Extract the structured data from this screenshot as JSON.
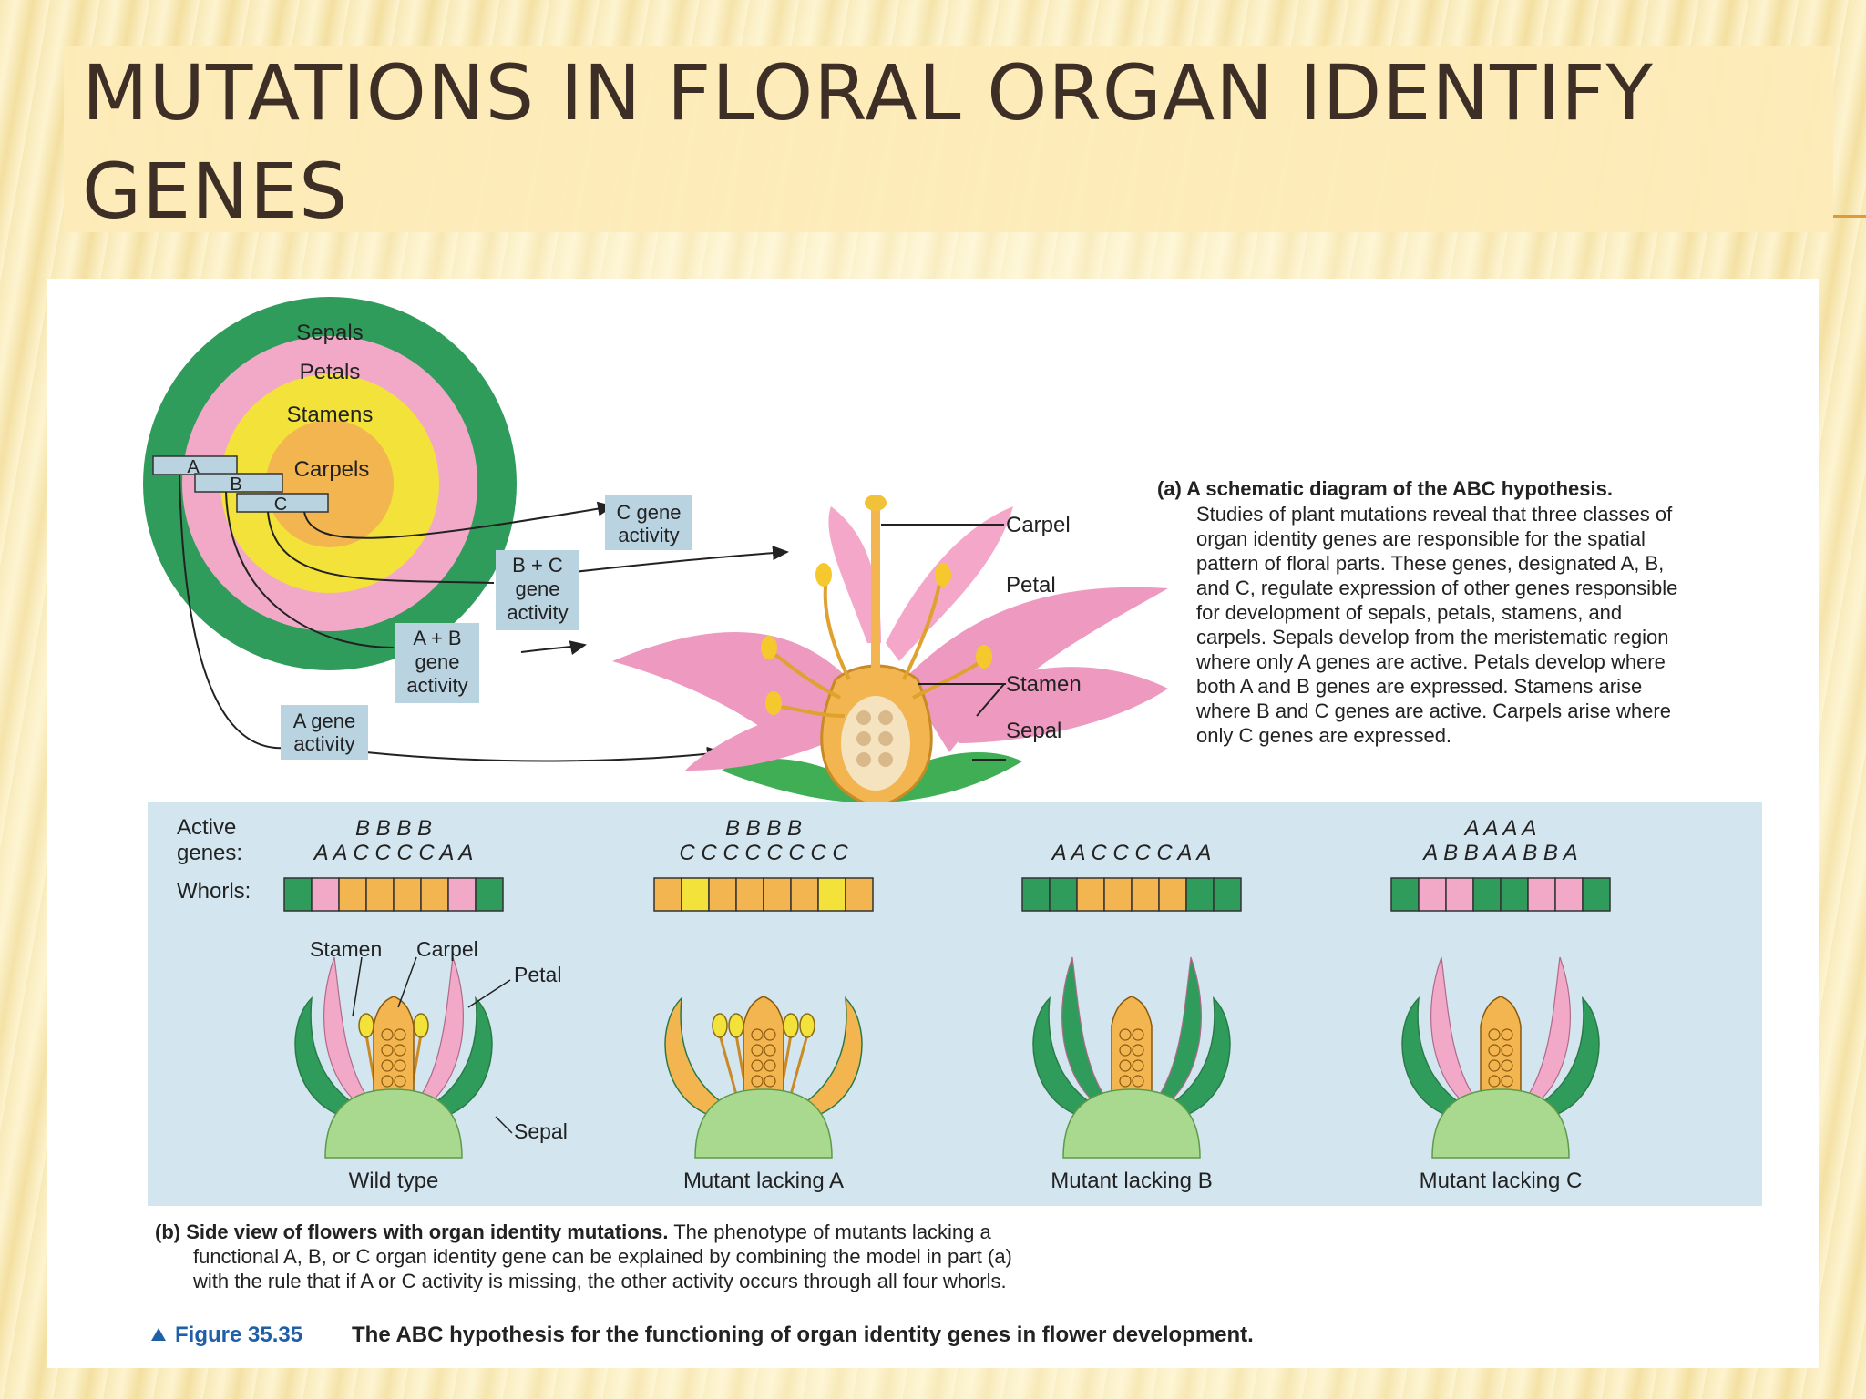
{
  "slide": {
    "title": "MUTATIONS IN FLORAL ORGAN IDENTIFY GENES"
  },
  "colors": {
    "sepal": "#2f9c5c",
    "petal": "#f2a9c8",
    "stamen": "#f3e23a",
    "carpel": "#f2b54f",
    "box": "#b9d3e1",
    "panel_bg": "#d3e6f0",
    "title": "#3e2f26",
    "figure_label": "#1f5fa8"
  },
  "diagram_a": {
    "rings": {
      "sepals": "Sepals",
      "petals": "Petals",
      "stamens": "Stamens",
      "carpels": "Carpels"
    },
    "boxes": {
      "a": "A",
      "b": "B",
      "c": "C"
    },
    "activity": {
      "c_1": "C gene",
      "c_2": "activity",
      "bc_1": "B + C",
      "bc_2": "gene",
      "bc_3": "activity",
      "ab_1": "A + B",
      "ab_2": "gene",
      "ab_3": "activity",
      "a_1": "A gene",
      "a_2": "activity"
    },
    "flower_labels": {
      "carpel": "Carpel",
      "petal": "Petal",
      "stamen": "Stamen",
      "sepal": "Sepal"
    },
    "caption_head": "(a) A schematic diagram of the ABC hypothesis.",
    "caption_lines": [
      "Studies of plant mutations reveal that three classes of",
      "organ identity genes are responsible for the spatial",
      "pattern of floral parts. These genes, designated A, B,",
      "and C, regulate expression of other genes responsible",
      "for development of sepals, petals, stamens, and",
      "carpels. Sepals develop from the meristematic region",
      "where only A genes are active. Petals develop where",
      "both A and B genes are expressed. Stamens arise",
      "where B and C genes are active. Carpels arise where",
      "only C genes are expressed."
    ]
  },
  "diagram_b": {
    "active_label_1": "Active",
    "active_label_2": "genes:",
    "whorls_label": "Whorls:",
    "flowers": [
      {
        "top": "B B   B B",
        "bottom": "A A C C C C A A",
        "name": "Wild type",
        "whorls": [
          "sepal",
          "petal",
          "carpel",
          "carpel",
          "carpel",
          "carpel",
          "petal",
          "sepal"
        ],
        "stamen_slots": [
          2,
          5
        ]
      },
      {
        "top": "B B   B B",
        "bottom": "C C C C C C C C",
        "name": "Mutant lacking A",
        "whorls": [
          "carpel",
          "stamen",
          "carpel",
          "carpel",
          "carpel",
          "carpel",
          "stamen",
          "carpel"
        ],
        "stamen_slots": [
          1,
          2,
          5,
          6
        ]
      },
      {
        "top": "",
        "bottom": "A A C C C C A A",
        "name": "Mutant lacking B",
        "whorls": [
          "sepal",
          "sepal",
          "carpel",
          "carpel",
          "carpel",
          "carpel",
          "sepal",
          "sepal"
        ],
        "stamen_slots": []
      },
      {
        "top": "A A   A A",
        "bottom": "A B B A A B B A",
        "name": "Mutant lacking C",
        "whorls": [
          "sepal",
          "petal",
          "petal",
          "sepal",
          "sepal",
          "petal",
          "petal",
          "sepal"
        ],
        "stamen_slots": []
      }
    ],
    "callouts": {
      "stamen": "Stamen",
      "carpel": "Carpel",
      "petal": "Petal",
      "sepal": "Sepal"
    },
    "caption_head": "(b) Side view of flowers with organ identity mutations.",
    "caption_rest": "The phenotype of mutants lacking a",
    "caption_lines": [
      "functional A, B, or C organ identity gene can be explained by combining the model in part (a)",
      "with the rule that if A or C activity is missing, the other activity occurs through all four whorls."
    ]
  },
  "figure": {
    "label": "Figure 35.35",
    "caption": "The ABC hypothesis for the functioning of organ identity genes in flower development."
  }
}
